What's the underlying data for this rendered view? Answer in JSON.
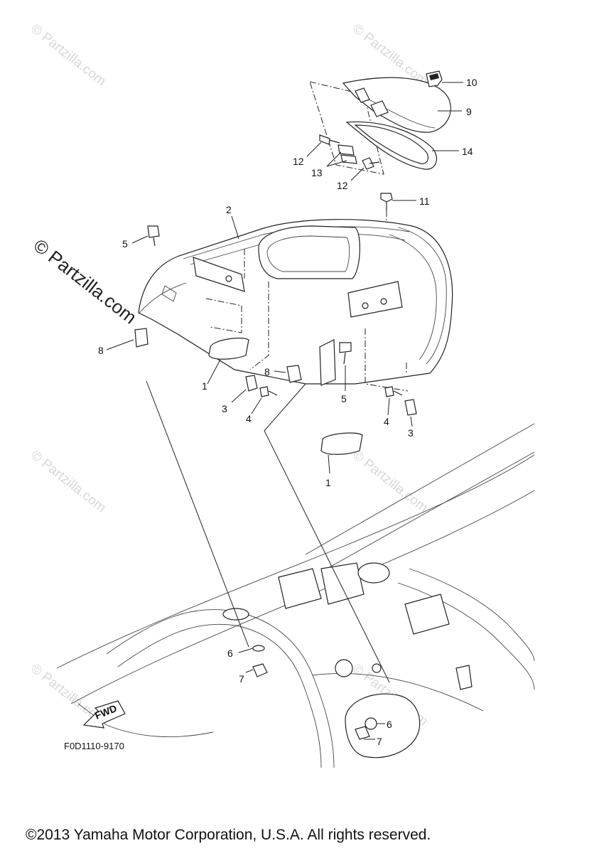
{
  "watermark": {
    "text": "© Partzilla.com",
    "prominent_text": "© Partzilla.com"
  },
  "diagram_code": "F0D1110-9170",
  "fwd_label": "FWD",
  "copyright": "©2013 Yamaha Motor Corporation, U.S.A. All rights reserved.",
  "callouts": {
    "c1a": "1",
    "c1b": "1",
    "c2": "2",
    "c3a": "3",
    "c3b": "3",
    "c4a": "4",
    "c4b": "4",
    "c5a": "5",
    "c5b": "5",
    "c6a": "6",
    "c6b": "6",
    "c7a": "7",
    "c7b": "7",
    "c8a": "8",
    "c8b": "8",
    "c9": "9",
    "c10": "10",
    "c11": "11",
    "c12a": "12",
    "c12b": "12",
    "c13": "13",
    "c14": "14"
  }
}
